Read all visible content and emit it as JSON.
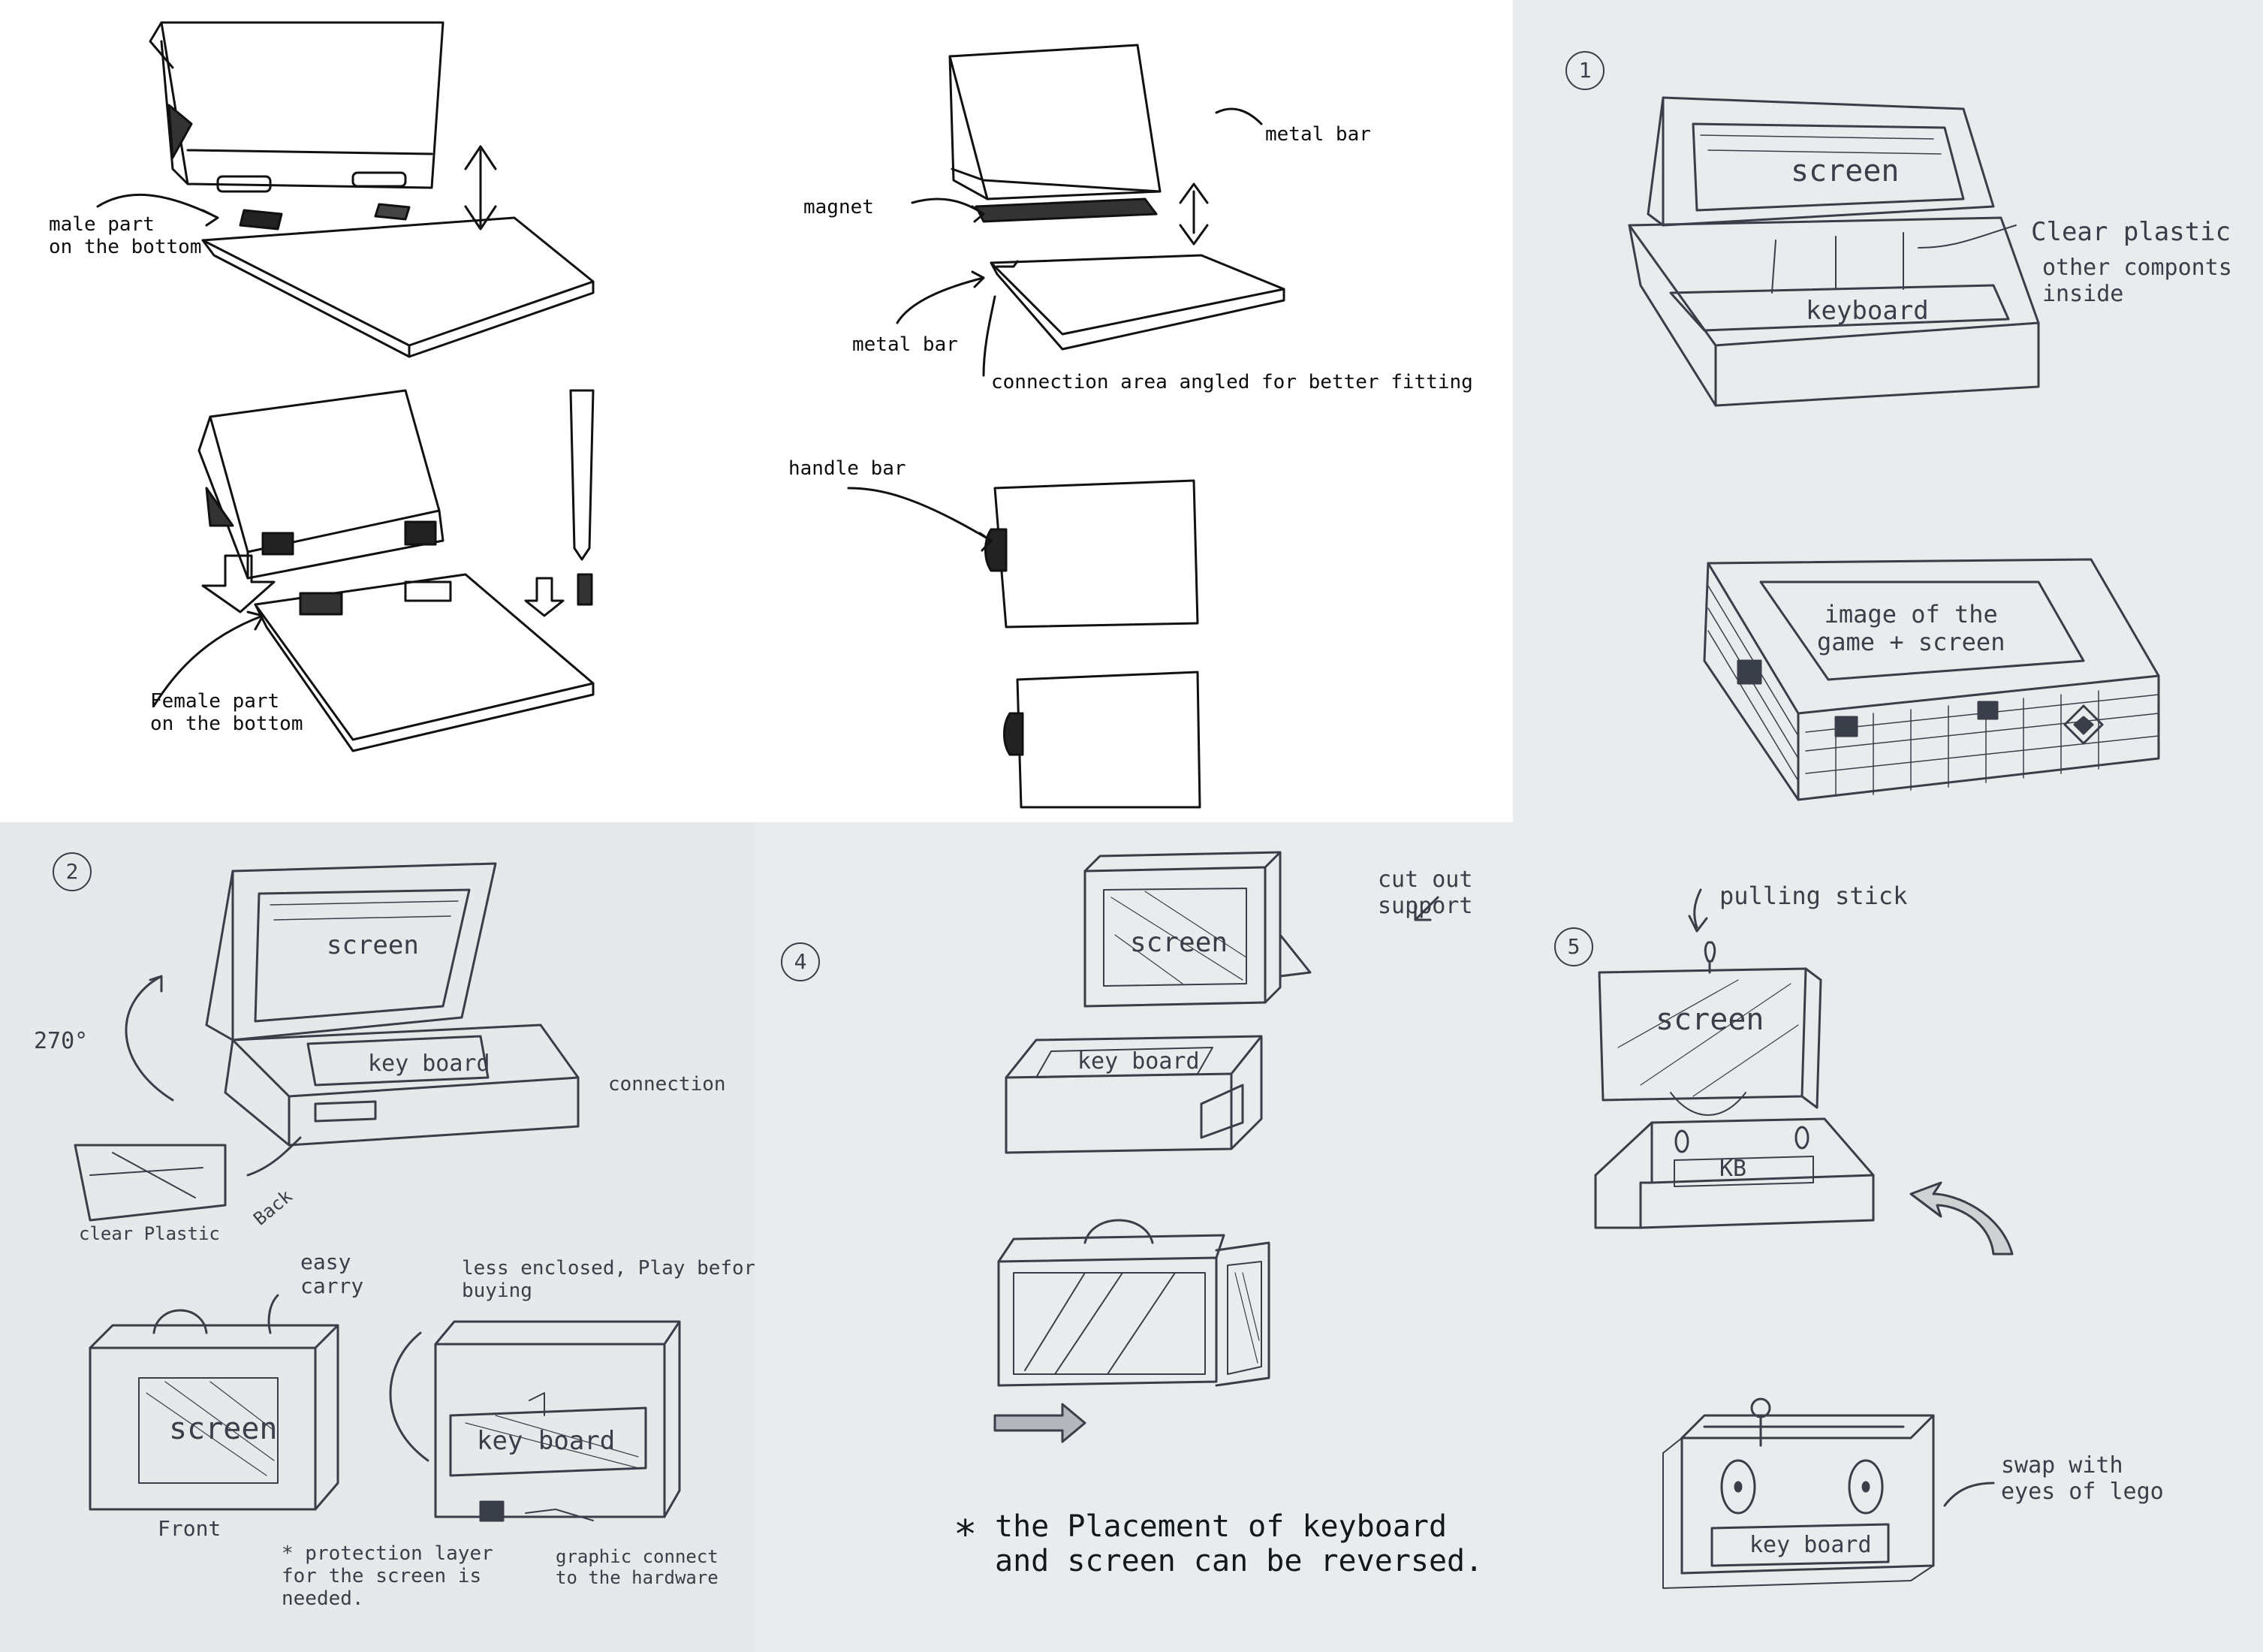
{
  "sketch_top_left": {
    "male_part": "male part\non the bottom",
    "female_part": "Female part\non the bottom"
  },
  "sketch_top_middle": {
    "metal_bar_top": "metal bar",
    "magnet": "magnet",
    "metal_bar_bottom": "metal bar",
    "connection_area": "connection area angled for better fitting",
    "handle_bar": "handle bar"
  },
  "sketch_1": {
    "number": "1",
    "screen": "screen",
    "clear_plastic": "Clear plastic",
    "other_components": "other componts\ninside",
    "keyboard": "keyboard",
    "image_note": "image of the\ngame + screen"
  },
  "sketch_2": {
    "number": "2",
    "screen": "screen",
    "rotation": "270°",
    "keyboard": "key board",
    "connection": "connection",
    "back": "Back",
    "clear_plastic": "clear Plastic",
    "easy_carry": "easy\ncarry",
    "less_enclosed": "less enclosed, Play before\nbuying",
    "front_screen": "screen",
    "front": "Front",
    "front_keyboard": "key board",
    "protection": "* protection layer\nfor the screen is\nneeded.",
    "graphic_connect": "graphic connect\nto the hardware"
  },
  "sketch_4": {
    "number": "4",
    "cut_out": "cut out\nsupport",
    "screen": "screen",
    "keyboard": "key board",
    "note": "the Placement of keyboard\nand screen can be reversed.",
    "asterisk": "*"
  },
  "sketch_5": {
    "number": "5",
    "pulling_stick": "pulling stick",
    "screen": "screen",
    "kb": "KB",
    "swap": "swap with\neyes of lego",
    "keyboard": "key board"
  }
}
